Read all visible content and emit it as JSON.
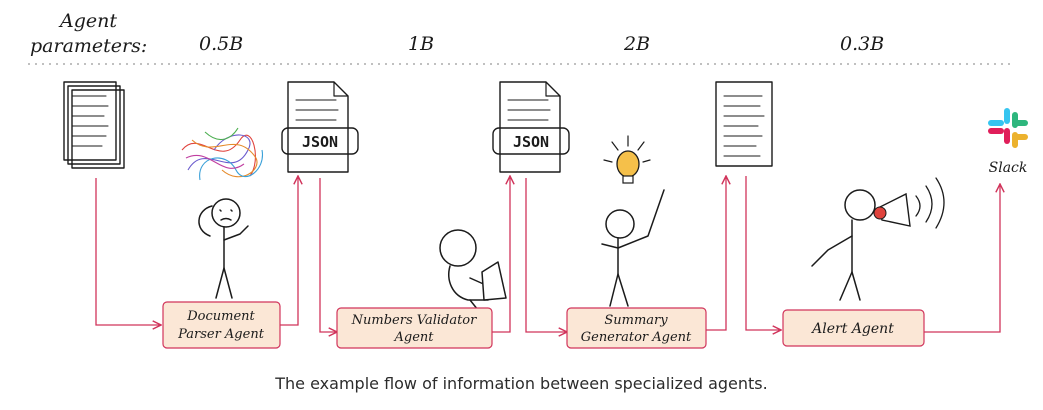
{
  "params_label_line1": "Agent",
  "params_label_line2": "parameters:",
  "params": [
    "0.5B",
    "1B",
    "2B",
    "0.3B"
  ],
  "agents": [
    {
      "line1": "Document",
      "line2": "Parser Agent"
    },
    {
      "line1": "Numbers Validator",
      "line2": "Agent"
    },
    {
      "line1": "Summary",
      "line2": "Generator Agent"
    },
    {
      "line1": "Alert Agent",
      "line2": ""
    }
  ],
  "json_label_1": "JSON",
  "json_label_2": "JSON",
  "slack_label": "Slack",
  "caption": "The example flow of information between specialized agents.",
  "colors": {
    "arrow": "#d1345b",
    "agent_fill": "#fbe7d6",
    "ink": "#1b1b1b",
    "megaphone": "#e0433d",
    "bulb": "#f5c04a",
    "slack_blue": "#36c5f0",
    "slack_green": "#2eb67d",
    "slack_yellow": "#ecb22e",
    "slack_red": "#e01e5a"
  }
}
